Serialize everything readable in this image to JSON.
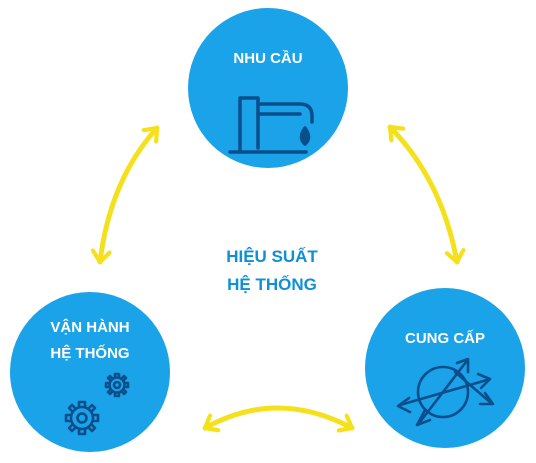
{
  "diagram": {
    "center": {
      "line1": "HIỆU SUẤT",
      "line2": "HỆ THỐNG"
    },
    "nodes": {
      "demand": {
        "label": "NHU CẦU",
        "icon": "faucet-icon"
      },
      "operation": {
        "label_line1": "VẬN HÀNH",
        "label_line2": "HỆ THỐNG",
        "icon": "gears-icon"
      },
      "supply": {
        "label": "CUNG CẤP",
        "icon": "circle-arrows-icon"
      }
    },
    "colors": {
      "circle": "#1aa3e8",
      "arrow": "#f5e11b",
      "text_center": "#0e8fd6",
      "icon_stroke": "#0b4e8c"
    }
  }
}
